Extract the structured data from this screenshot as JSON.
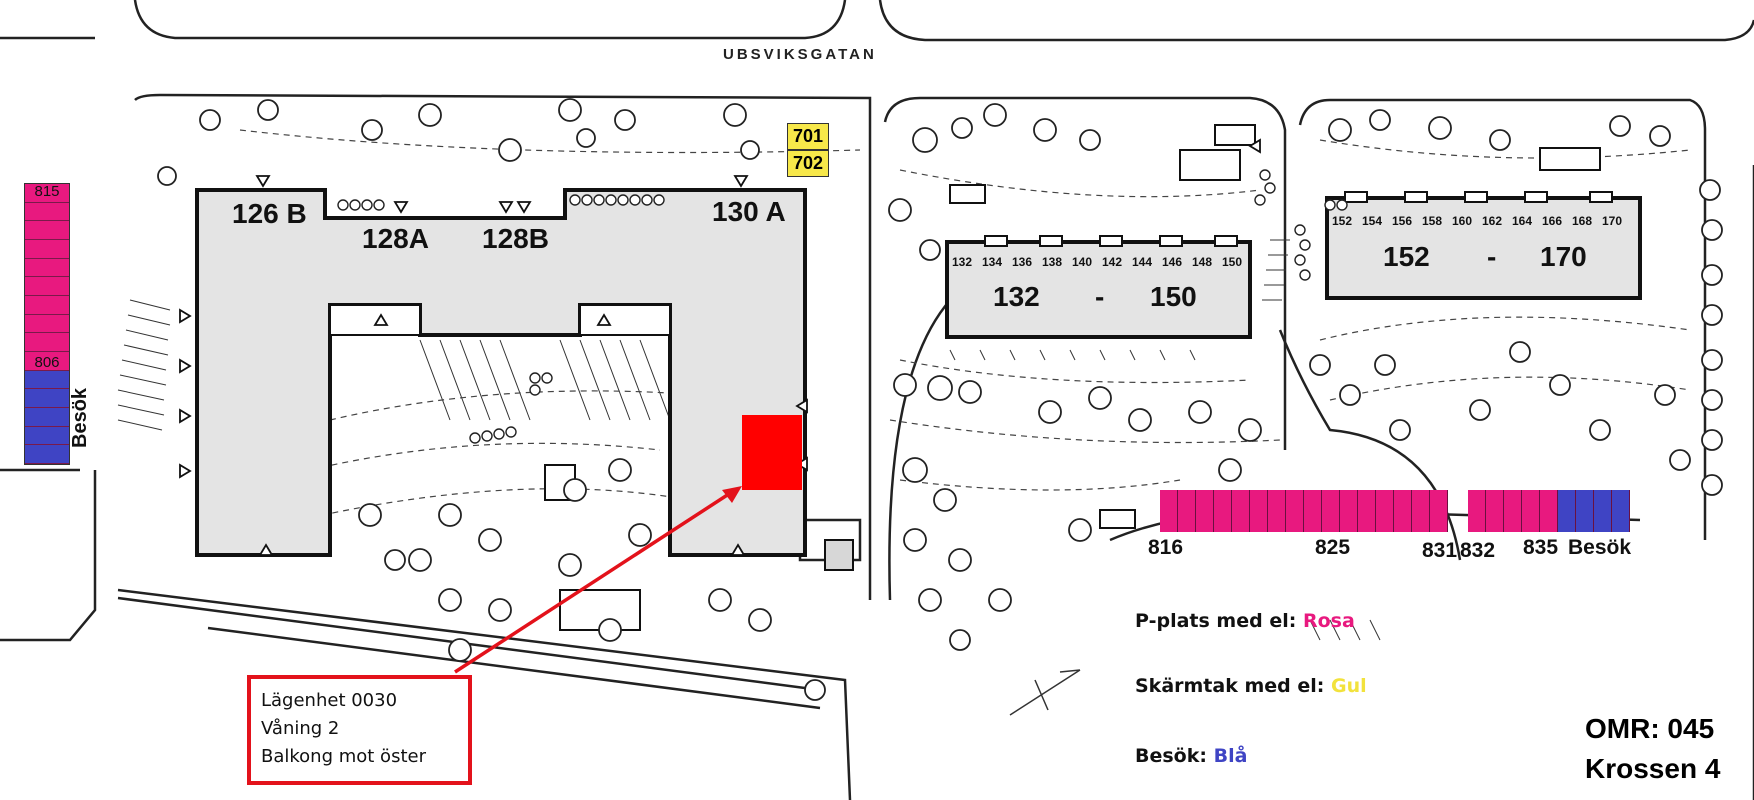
{
  "street_name": "UBSVIKSGATAN",
  "buildings": {
    "b126b": "126 B",
    "b128a": "128A",
    "b128b": "128B",
    "b130a": "130 A",
    "b132_150": {
      "start": "132",
      "dash": "-",
      "end": "150"
    },
    "b152_170": {
      "start": "152",
      "dash": "-",
      "end": "170"
    },
    "numbers_132": [
      "132",
      "134",
      "136",
      "138",
      "140",
      "142",
      "144",
      "146",
      "148",
      "150"
    ],
    "numbers_152": [
      "152",
      "154",
      "156",
      "158",
      "160",
      "162",
      "164",
      "166",
      "168",
      "170"
    ]
  },
  "roof_spots": [
    "701",
    "702"
  ],
  "parking": {
    "left_strip_top": "815",
    "left_strip_mid": "806",
    "left_strip_visit": "Besök",
    "bottom_labels": [
      "816",
      "825",
      "831",
      "832",
      "835",
      "Besök"
    ]
  },
  "callout": {
    "line1": "Lägenhet 0030",
    "line2": "Våning 2",
    "line3": "Balkong mot öster"
  },
  "legend": {
    "electric_label": "P-plats med el:",
    "electric_value": "Rosa",
    "roof_label": "Skärmtak med el:",
    "roof_value": "Gul",
    "visit_label": "Besök:",
    "visit_value": "Blå"
  },
  "area": {
    "omr": "OMR: 045",
    "name": "Krossen 4"
  },
  "colors": {
    "electric": "#e8197f",
    "roof": "#f7e84a",
    "visit": "#3f44c4",
    "highlight": "#ff0000",
    "building": "#e4e4e4",
    "legend_roof_text": "#f2e23c",
    "legend_visit_text": "#3f44c4"
  }
}
